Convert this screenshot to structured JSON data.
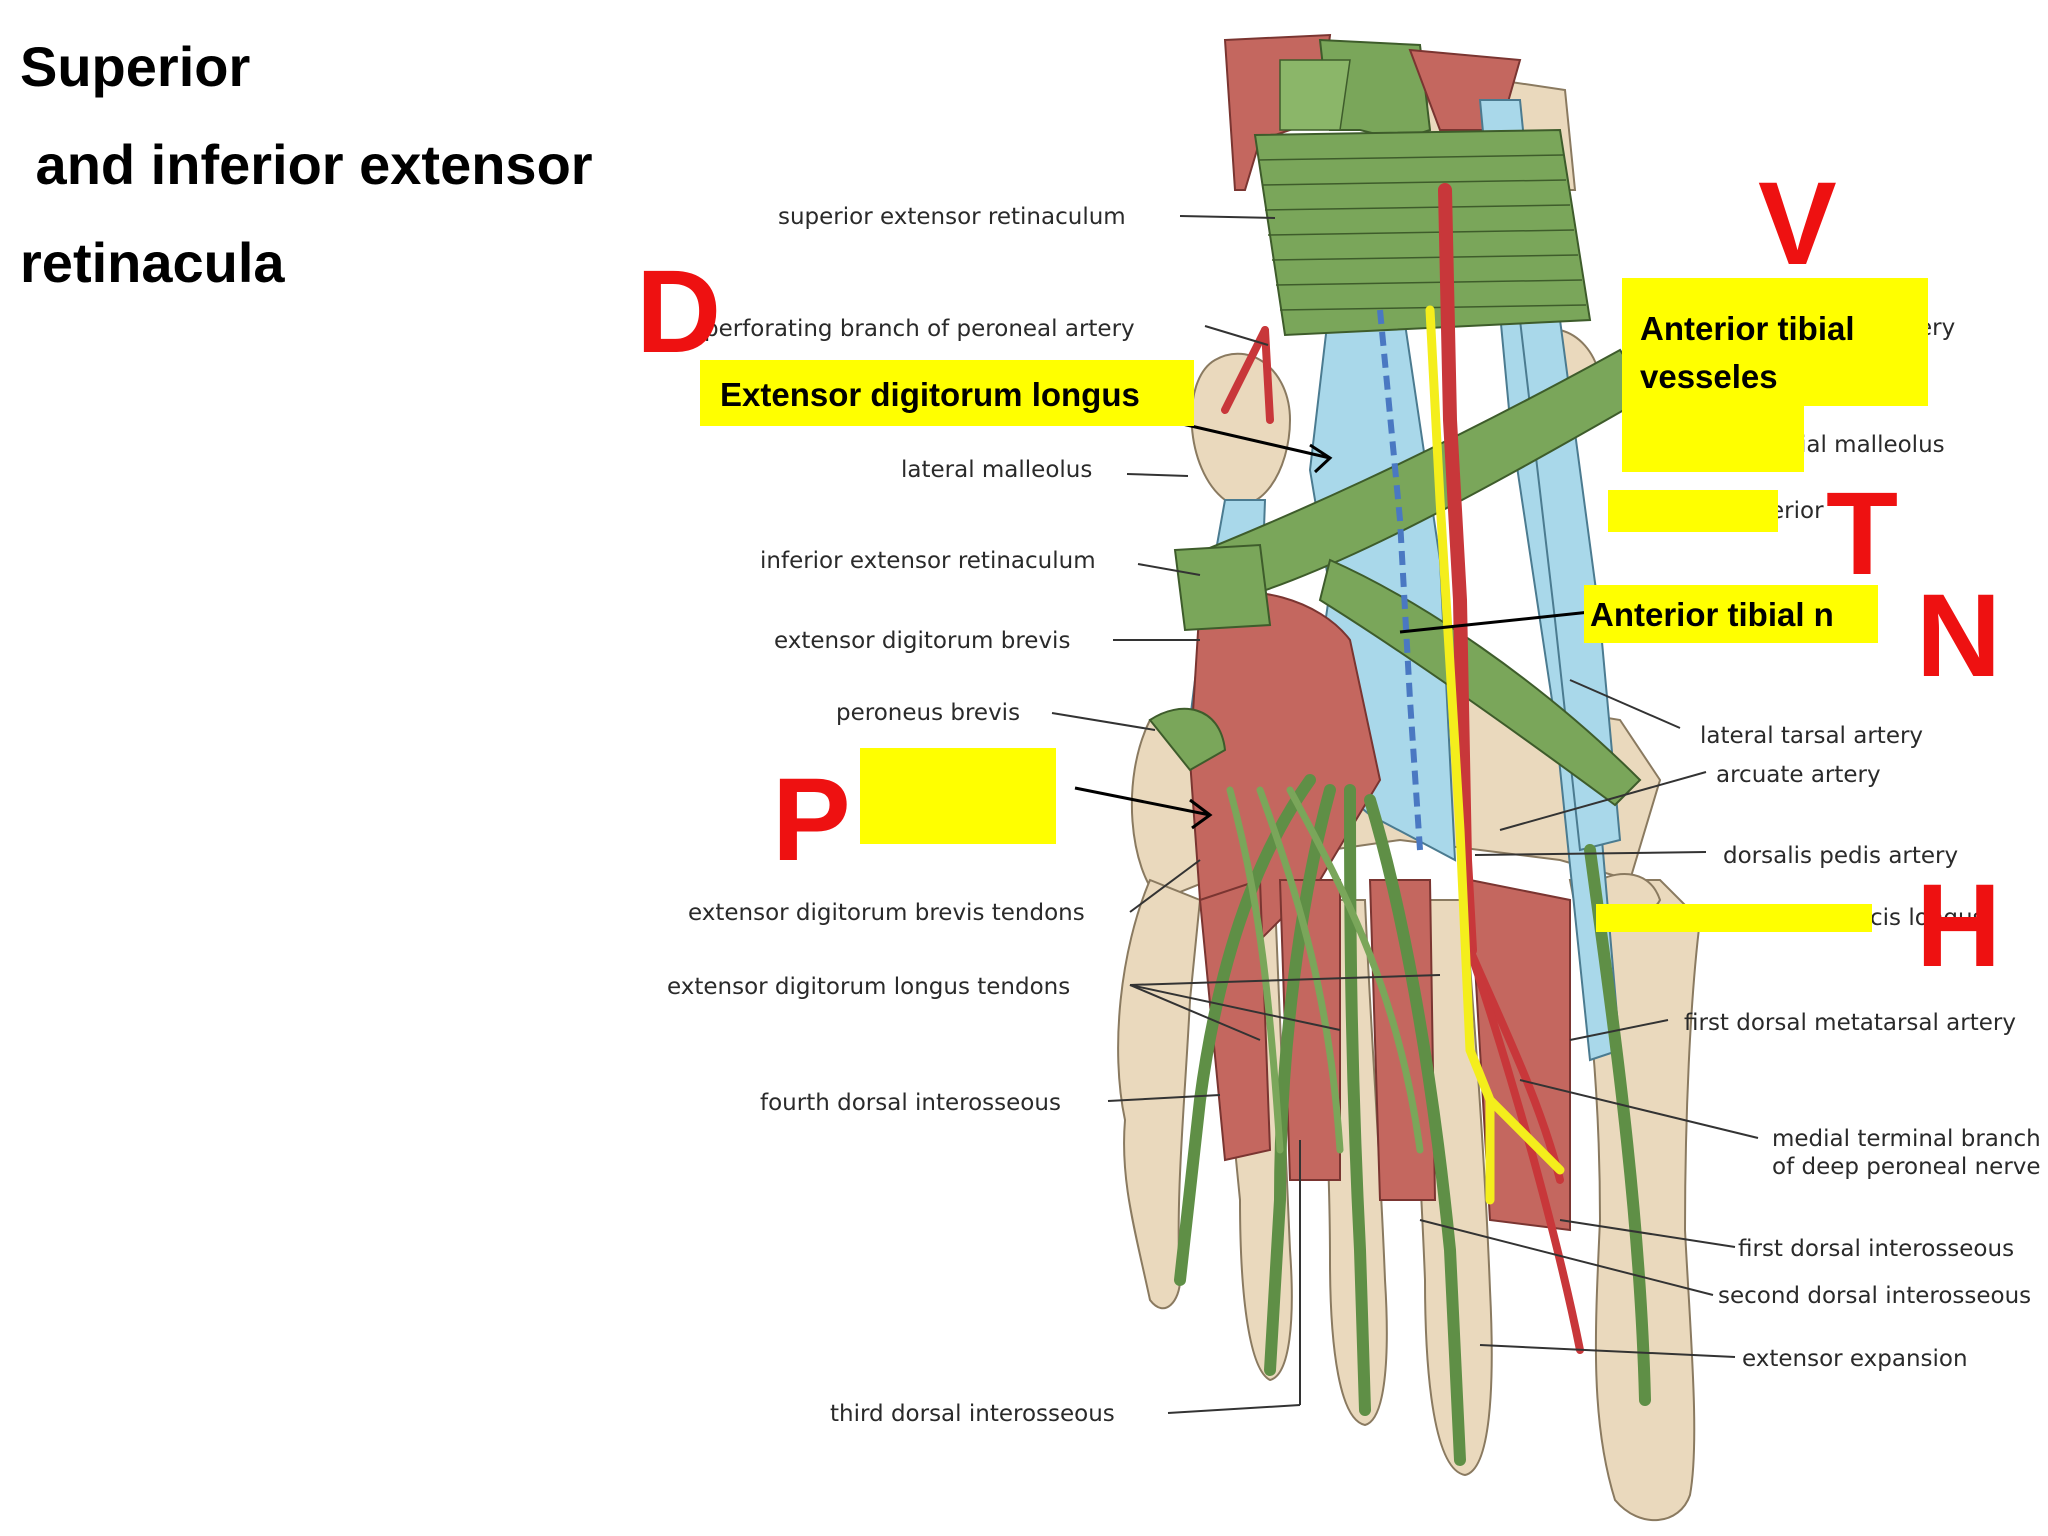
{
  "slide": {
    "title_lines": [
      "Superior",
      " and inferior extensor",
      "retinacula"
    ]
  },
  "letters": {
    "d": "D",
    "v": "V",
    "t": "T",
    "n": "N",
    "p": "P",
    "h": "H"
  },
  "highlights": {
    "edl": "Extensor digitorum longus",
    "ant_tibial_vessels_line1": "Anterior tibial",
    "ant_tibial_vessels_line2": "vesseles",
    "ant_tibial_n": "Anterior tibial n"
  },
  "labels": {
    "left": {
      "sup_ret": "superior extensor retinaculum",
      "perforating": "perforating branch of peroneal artery",
      "lat_malleolus": "lateral malleolus",
      "inf_ret": "inferior extensor retinaculum",
      "edb": "extensor digitorum brevis",
      "peroneus_brevis": "peroneus brevis",
      "edb_tendons": "extensor digitorum brevis tendons",
      "edl_tendons": "extensor digitorum longus tendons",
      "fourth_di": "fourth dorsal interosseous",
      "third_di": "third dorsal interosseous"
    },
    "right": {
      "artery_partial": "ery",
      "med_malleolus_partial": "ial malleolus",
      "erior_partial": "erior",
      "lat_tarsal": "lateral tarsal artery",
      "arcuate": "arcuate artery",
      "dorsalis_pedis": "dorsalis pedis artery",
      "hallucis_partial": "cis longus",
      "first_dma": "first dorsal metatarsal artery",
      "medial_terminal_1": "medial terminal branch",
      "medial_terminal_2": "of deep peroneal nerve",
      "first_di": "first dorsal interosseous",
      "second_di": "second dorsal interosseous",
      "ext_expansion": "extensor expansion"
    }
  },
  "colors": {
    "tendon_green": "#7aa65a",
    "muscle_red": "#c4675f",
    "sheath_blue": "#a9d8ea",
    "bone_tan": "#ead9bd",
    "nerve_yellow": "#f4ee1c",
    "artery_red": "#c8373a",
    "highlight_yellow": "#ffff00",
    "letter_red": "#ee1111",
    "dashed_blue": "#4a78c2"
  }
}
